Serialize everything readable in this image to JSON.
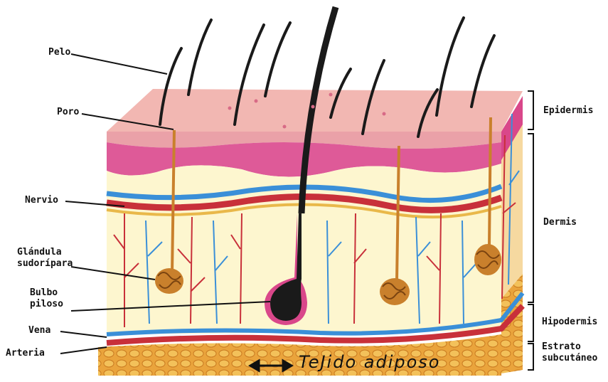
{
  "labels": {
    "pelo": "Pelo",
    "poro": "Poro",
    "nervio": "Nervio",
    "glandula_line1": "Glándula",
    "glandula_line2": "sudorípara",
    "bulbo_line1": "Bulbo",
    "bulbo_line2": "piloso",
    "vena": "Vena",
    "arteria": "Arteria"
  },
  "layers": {
    "epidermis": "Epidermis",
    "dermis": "Dermis",
    "hipodermis": "Hipodermis",
    "subcutaneo_line1": "Estrato",
    "subcutaneo_line2": "subcutáneo"
  },
  "annotation": "TeJido adiposo",
  "colors": {
    "epidermis_top": "#f0b3b0",
    "epidermis_pink": "#e0609a",
    "dermis_cream": "#fdf6cf",
    "vein": "#3a8fd8",
    "artery": "#c8303a",
    "fat": "#e8a13a",
    "hair": "#1a1a1a"
  }
}
